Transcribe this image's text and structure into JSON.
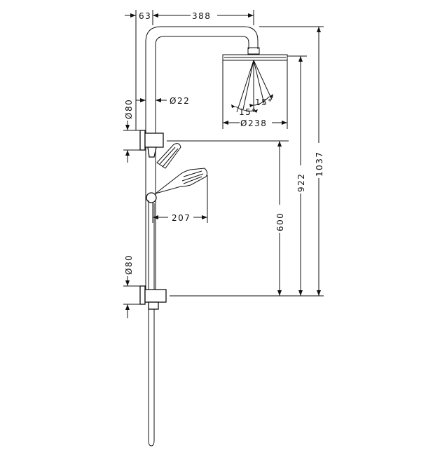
{
  "dimensions": {
    "top_offset": "63",
    "arm_length": "388",
    "pipe_diameter": "Ø22",
    "bracket_upper": "Ø80",
    "bracket_lower": "Ø80",
    "head_diameter": "Ø238",
    "tilt_a": "15°",
    "tilt_b": "15°",
    "handshower_reach": "207",
    "bracket_spacing": "600",
    "head_height": "922",
    "total_height": "1037"
  }
}
